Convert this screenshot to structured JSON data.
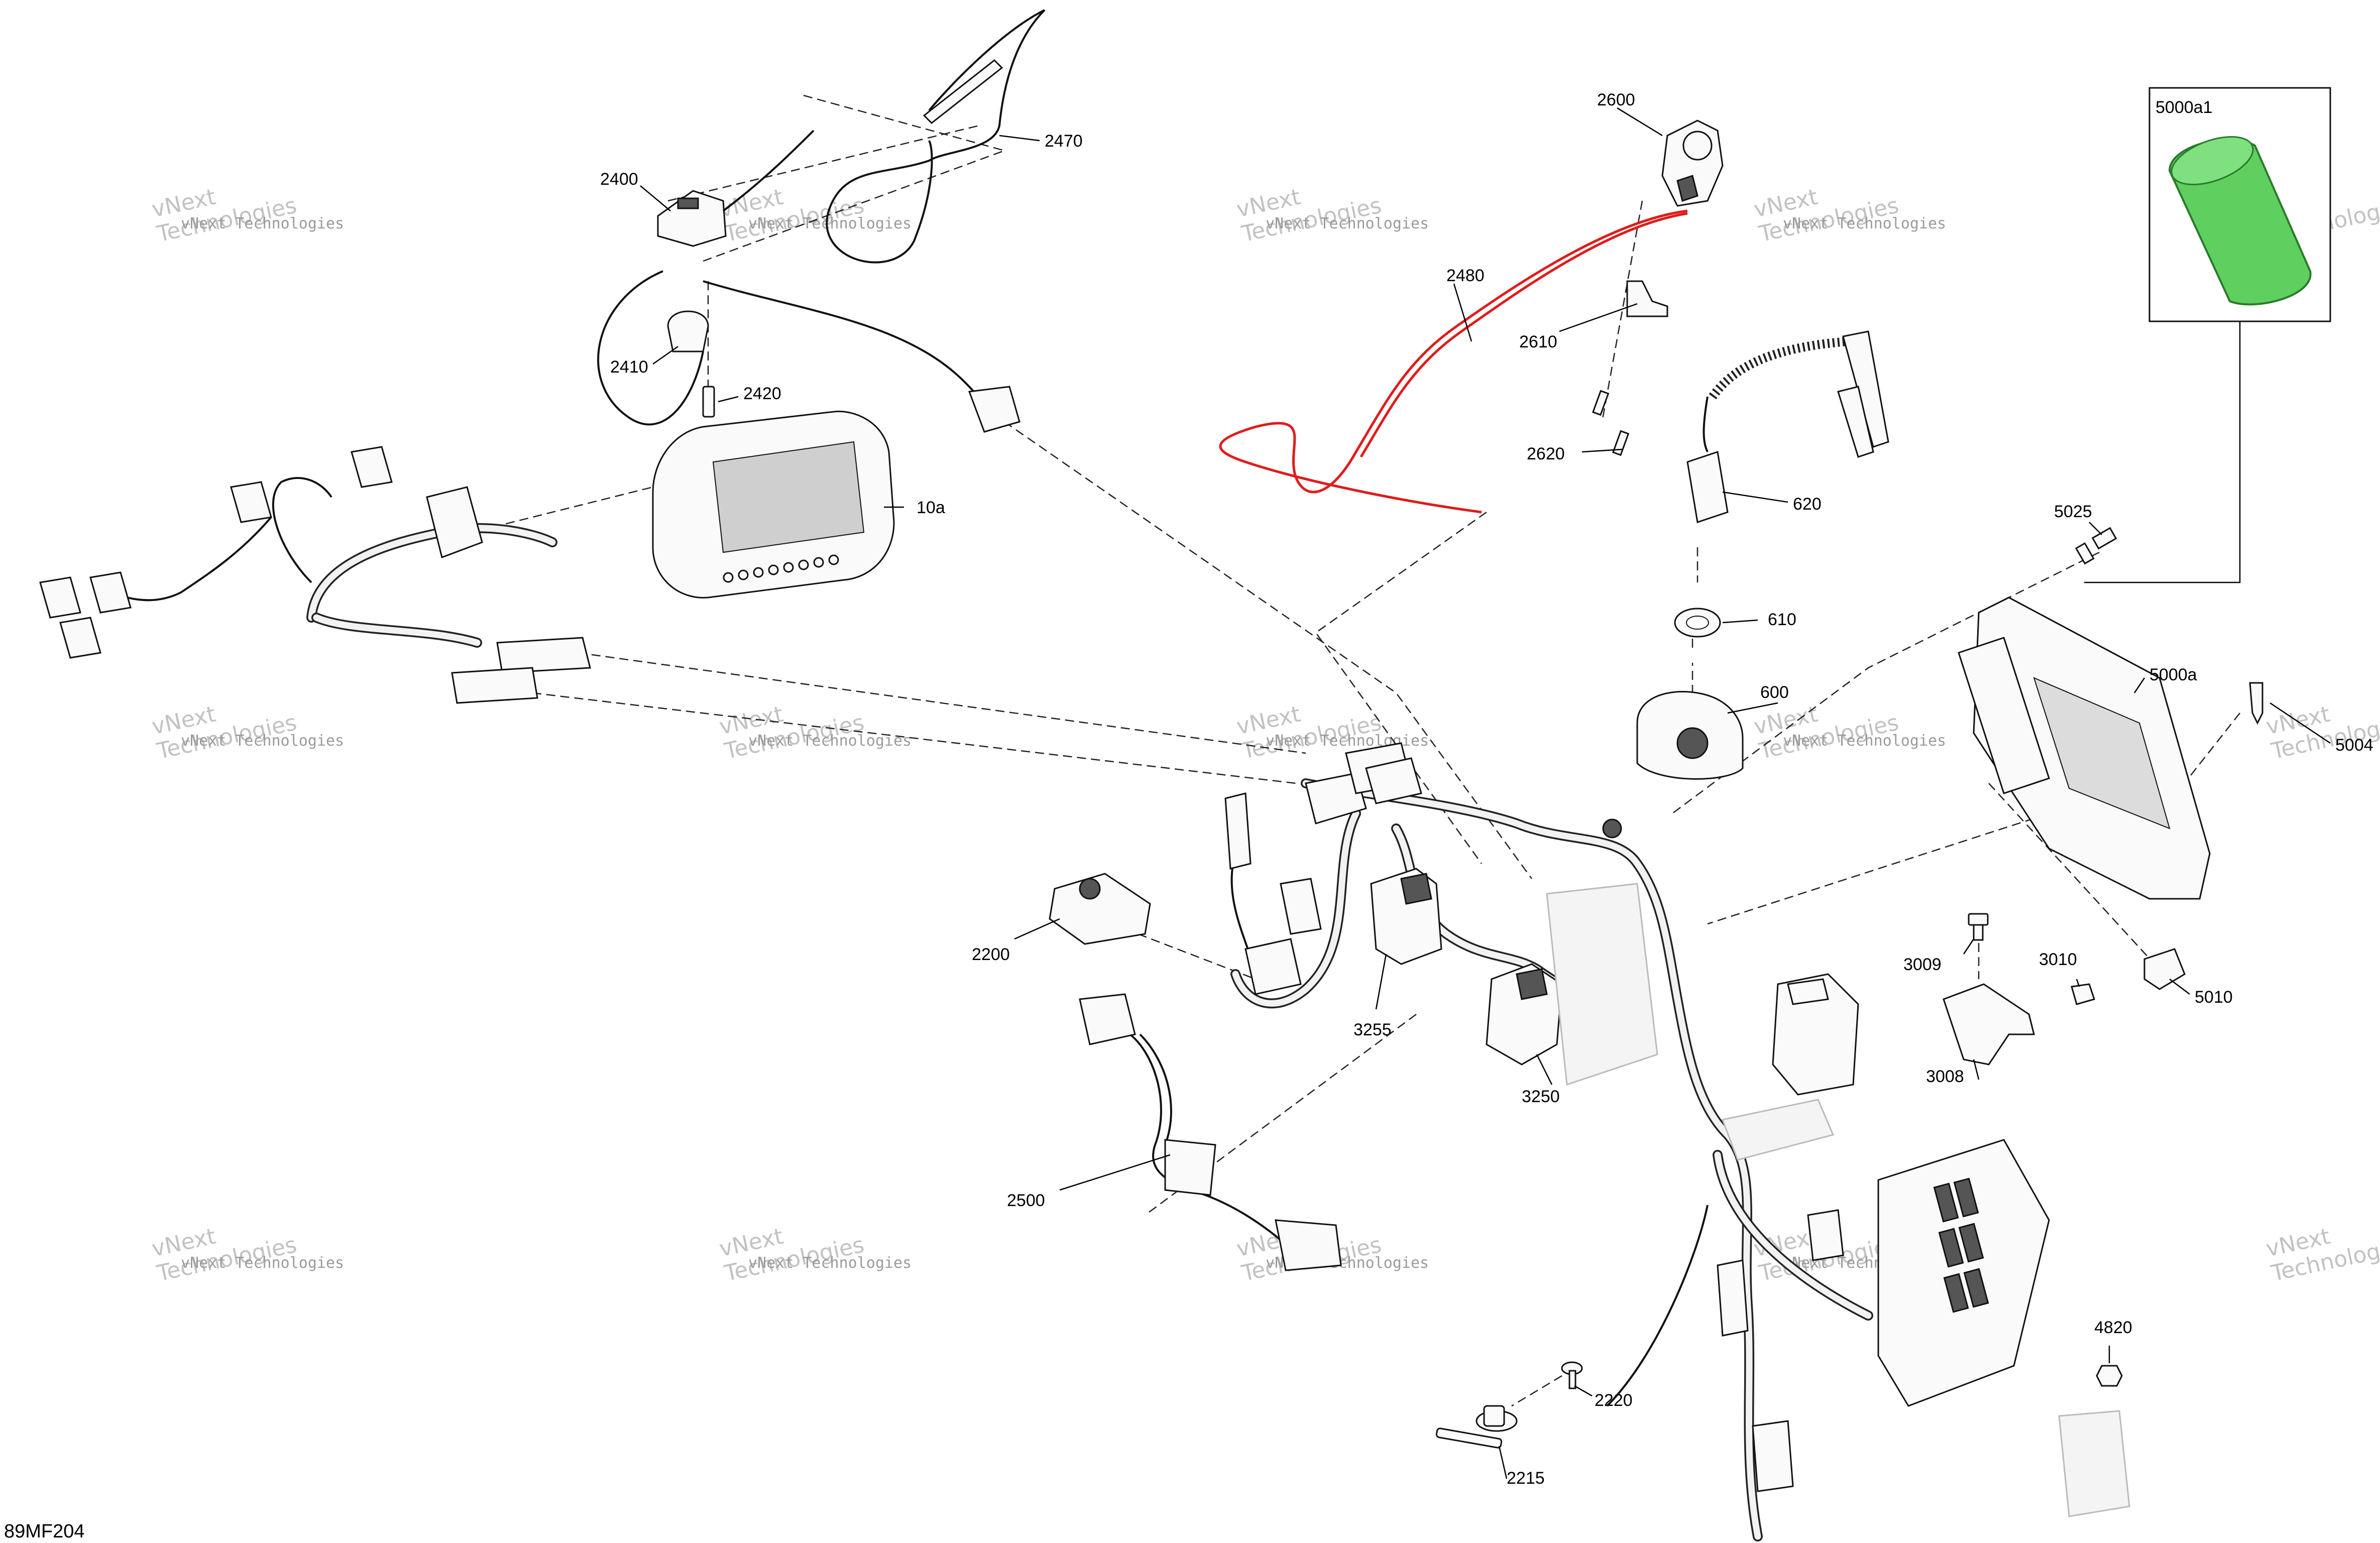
{
  "drawing_code": "89MF204",
  "watermark": {
    "line1": "vNext",
    "line2": "Technologies",
    "line3": "vNext Technologies"
  },
  "colors": {
    "highlight_part": "#5fcf5f",
    "highlight_wire": "#e01b1b"
  },
  "callouts": [
    {
      "id": "2470",
      "label": "2470"
    },
    {
      "id": "2400",
      "label": "2400"
    },
    {
      "id": "2410",
      "label": "2410"
    },
    {
      "id": "2420",
      "label": "2420"
    },
    {
      "id": "10a",
      "label": "10a"
    },
    {
      "id": "2600",
      "label": "2600"
    },
    {
      "id": "2480",
      "label": "2480"
    },
    {
      "id": "2610",
      "label": "2610"
    },
    {
      "id": "2620",
      "label": "2620"
    },
    {
      "id": "620",
      "label": "620"
    },
    {
      "id": "610",
      "label": "610"
    },
    {
      "id": "600",
      "label": "600"
    },
    {
      "id": "5000a1",
      "label": "5000a1"
    },
    {
      "id": "5025",
      "label": "5025"
    },
    {
      "id": "5000a",
      "label": "5000a"
    },
    {
      "id": "5004",
      "label": "5004"
    },
    {
      "id": "3009",
      "label": "3009"
    },
    {
      "id": "3010",
      "label": "3010"
    },
    {
      "id": "5010",
      "label": "5010"
    },
    {
      "id": "3008",
      "label": "3008"
    },
    {
      "id": "2200",
      "label": "2200"
    },
    {
      "id": "3255",
      "label": "3255"
    },
    {
      "id": "3250",
      "label": "3250"
    },
    {
      "id": "2500",
      "label": "2500"
    },
    {
      "id": "2220",
      "label": "2220"
    },
    {
      "id": "2215",
      "label": "2215"
    },
    {
      "id": "4820",
      "label": "4820"
    }
  ]
}
